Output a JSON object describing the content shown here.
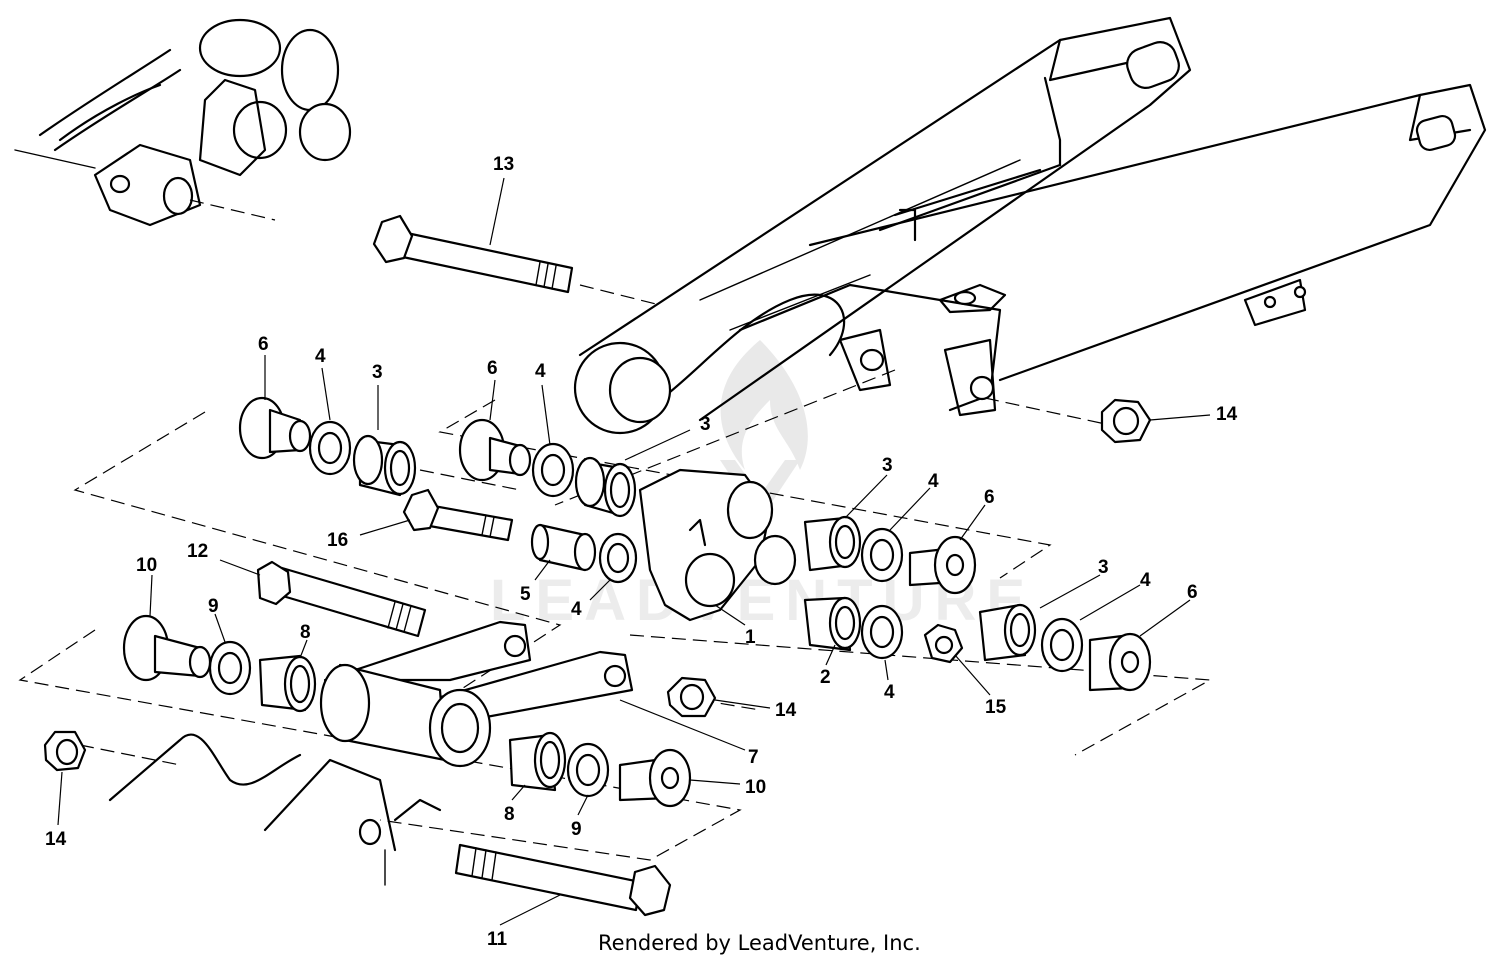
{
  "callouts": [
    {
      "id": "c13a",
      "label": "13"
    },
    {
      "id": "c6a",
      "label": "6"
    },
    {
      "id": "c4a",
      "label": "4"
    },
    {
      "id": "c3a",
      "label": "3"
    },
    {
      "id": "c6b",
      "label": "6"
    },
    {
      "id": "c4b",
      "label": "4"
    },
    {
      "id": "c3b",
      "label": "3"
    },
    {
      "id": "c14a",
      "label": "14"
    },
    {
      "id": "c3c",
      "label": "3"
    },
    {
      "id": "c4c",
      "label": "4"
    },
    {
      "id": "c6c",
      "label": "6"
    },
    {
      "id": "c16",
      "label": "16"
    },
    {
      "id": "c12",
      "label": "12"
    },
    {
      "id": "c10a",
      "label": "10"
    },
    {
      "id": "c9a",
      "label": "9"
    },
    {
      "id": "c8a",
      "label": "8"
    },
    {
      "id": "c5",
      "label": "5"
    },
    {
      "id": "c4d",
      "label": "4"
    },
    {
      "id": "c1",
      "label": "1"
    },
    {
      "id": "c3d",
      "label": "3"
    },
    {
      "id": "c4e",
      "label": "4"
    },
    {
      "id": "c6d",
      "label": "6"
    },
    {
      "id": "c2",
      "label": "2"
    },
    {
      "id": "c4f",
      "label": "4"
    },
    {
      "id": "c15",
      "label": "15"
    },
    {
      "id": "c14b",
      "label": "14"
    },
    {
      "id": "c7",
      "label": "7"
    },
    {
      "id": "c10b",
      "label": "10"
    },
    {
      "id": "c8b",
      "label": "8"
    },
    {
      "id": "c9b",
      "label": "9"
    },
    {
      "id": "c14c",
      "label": "14"
    },
    {
      "id": "c11",
      "label": "11"
    }
  ],
  "watermark": "LEADVENTURE",
  "footer": "Rendered by LeadVenture, Inc."
}
